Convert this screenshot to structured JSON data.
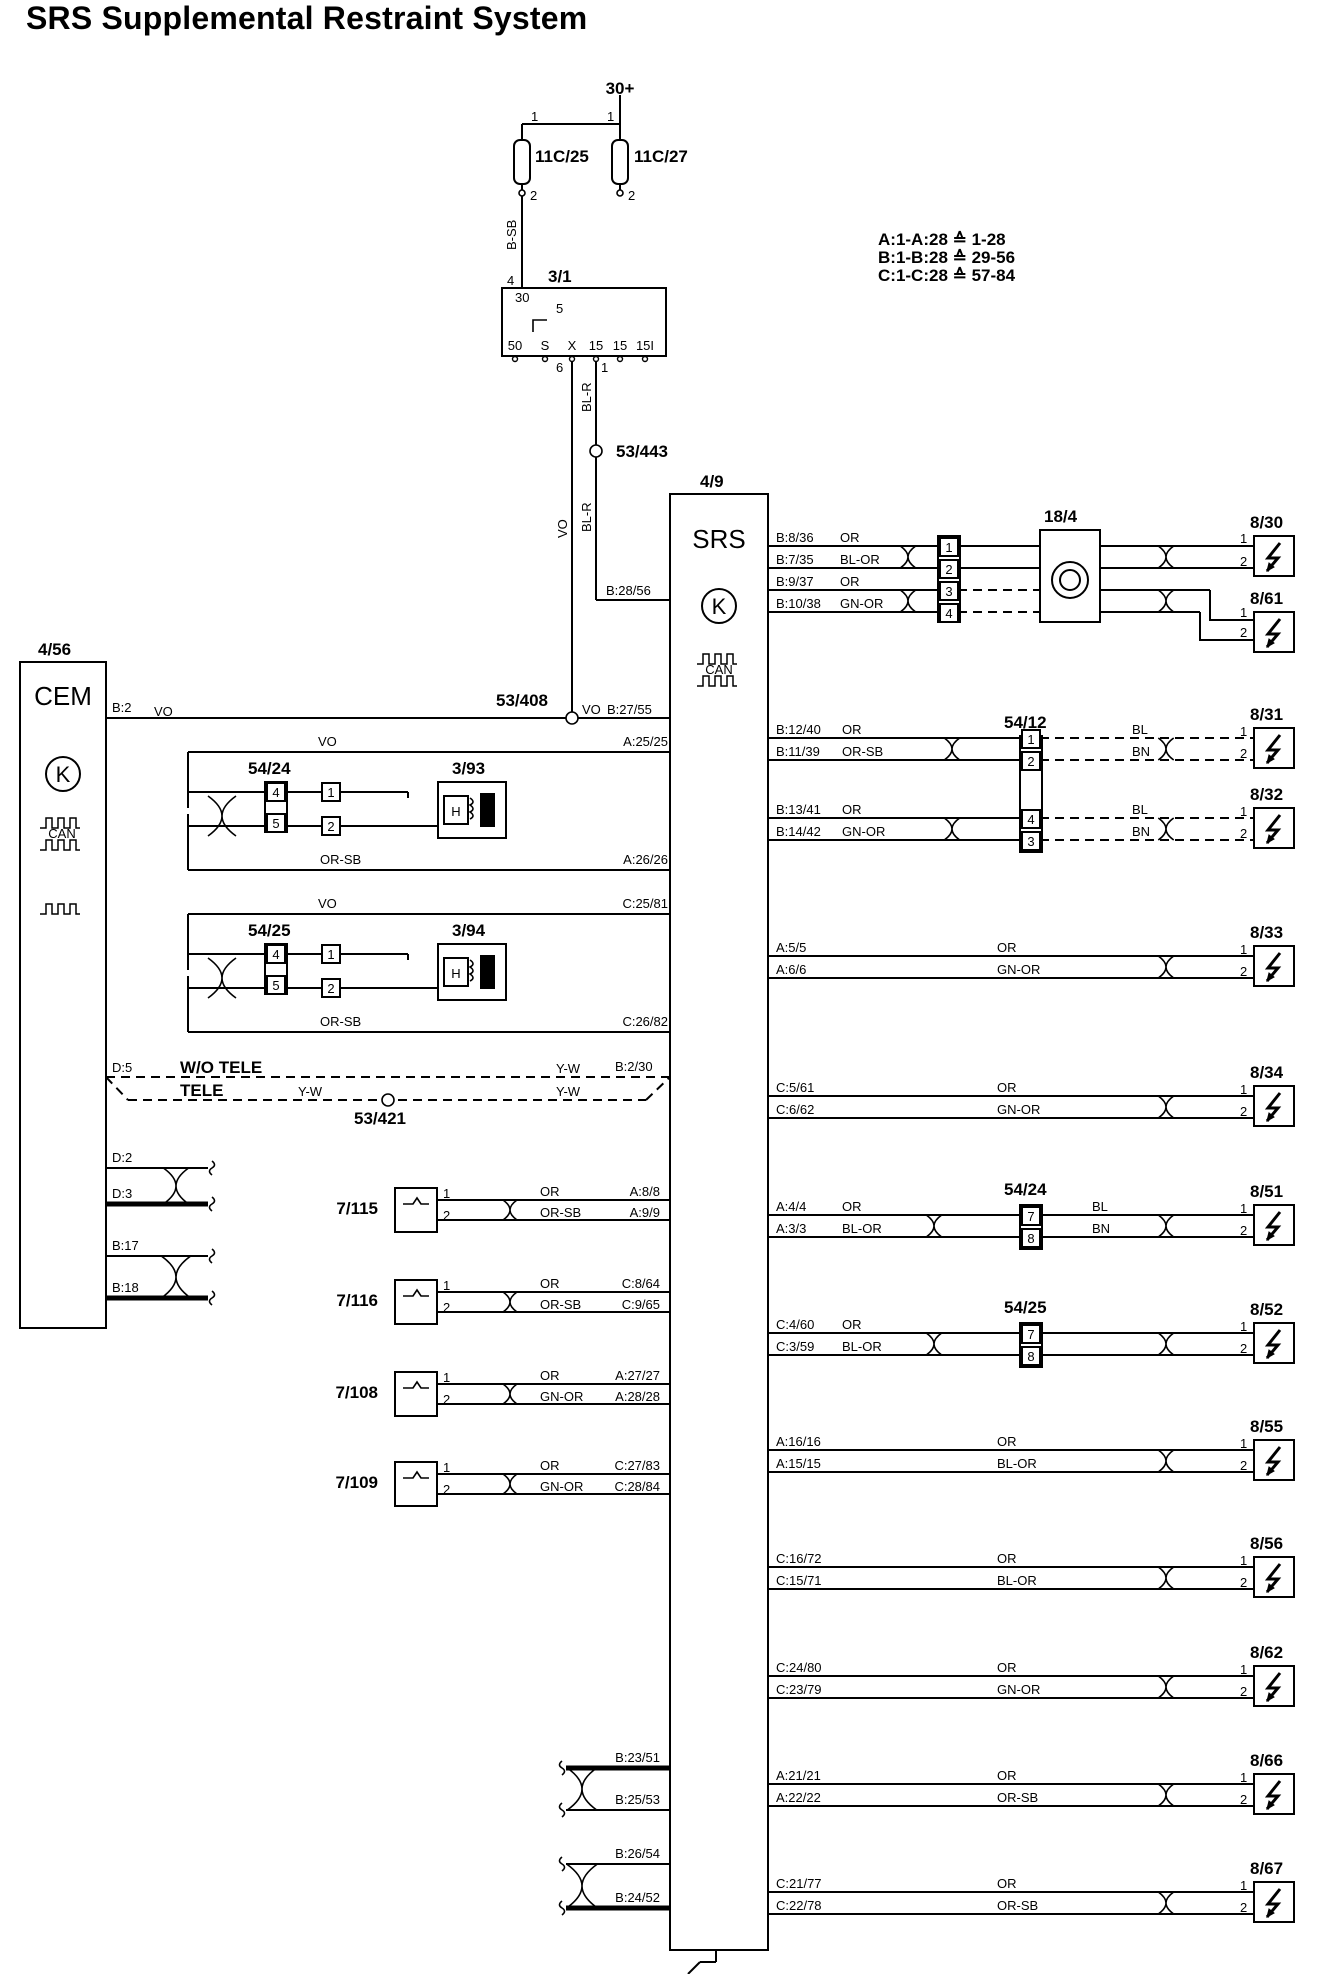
{
  "title": "SRS Supplemental Restraint System",
  "legend": [
    "A:1-A:28 ≙ 1-28",
    "B:1-B:28 ≙ 29-56",
    "C:1-C:28 ≙ 57-84"
  ],
  "supply": {
    "label": "30+",
    "pin1a": "1",
    "pin1b": "1"
  },
  "fuses": [
    {
      "id": "11C/25",
      "pin2": "2"
    },
    {
      "id": "11C/27",
      "pin2": "2"
    }
  ],
  "switch": {
    "id": "3/1",
    "pin_in": "4",
    "term_in": "30",
    "inner": "5",
    "terms": [
      "50",
      "S",
      "X",
      "15",
      "15",
      "15I"
    ],
    "pin6": "6",
    "pin1": "1"
  },
  "wires_top": {
    "bsb": "B-SB",
    "blr1": "BL-R",
    "blr2": "BL-R",
    "vo": "VO"
  },
  "splice_443": "53/443",
  "splice_408": "53/408",
  "splice_421": "53/421",
  "srs": {
    "id": "4/9",
    "name": "SRS"
  },
  "cem": {
    "id": "4/56",
    "name": "CEM",
    "can": "CAN"
  },
  "srs_can": "CAN",
  "b2856": "B:28/56",
  "cem_link": {
    "cem_pin": "B:2",
    "wire": "VO",
    "srs_wire": "VO",
    "srs_pin": "B:27/55"
  },
  "seatbelt": {
    "id": "18/4",
    "pins": [
      {
        "pin": "B:8/36",
        "color": "OR",
        "n": "1"
      },
      {
        "pin": "B:7/35",
        "color": "BL-OR",
        "n": "2"
      },
      {
        "pin": "B:9/37",
        "color": "OR",
        "n": "3"
      },
      {
        "pin": "B:10/38",
        "color": "GN-OR",
        "n": "4"
      }
    ]
  },
  "squib_830": {
    "id": "8/30",
    "p1": "1",
    "p2": "2"
  },
  "squib_861": {
    "id": "8/61",
    "p1": "1",
    "p2": "2"
  },
  "c5412": {
    "id": "54/12",
    "g1": [
      {
        "pin": "B:12/40",
        "color": "OR",
        "n": "1",
        "out": "BL"
      },
      {
        "pin": "B:11/39",
        "color": "OR-SB",
        "n": "2",
        "out": "BN"
      }
    ],
    "g2": [
      {
        "pin": "B:13/41",
        "color": "OR",
        "n": "4",
        "out": "BL"
      },
      {
        "pin": "B:14/42",
        "color": "GN-OR",
        "n": "3",
        "out": "BN"
      }
    ],
    "dev1": "8/31",
    "dev2": "8/32"
  },
  "sensors": [
    {
      "id": "3/93",
      "conn": "54/24",
      "pinA": "A:25/25",
      "pinB": "A:26/26",
      "wireA": "VO",
      "wireB": "OR-SB",
      "n1": "4",
      "n2": "5",
      "c1": "1",
      "c2": "2",
      "h": "H"
    },
    {
      "id": "3/94",
      "conn": "54/25",
      "pinA": "C:25/81",
      "pinB": "C:26/82",
      "wireA": "VO",
      "wireB": "OR-SB",
      "n1": "4",
      "n2": "5",
      "c1": "1",
      "c2": "2",
      "h": "H"
    }
  ],
  "tele": {
    "cem_pin": "D:5",
    "wo": "W/O TELE",
    "tele": "TELE",
    "yw1": "Y-W",
    "yw2": "Y-W",
    "yw3": "Y-W",
    "srs_pin": "B:2/30"
  },
  "cem_bus": [
    "D:2",
    "D:3",
    "B:17",
    "B:18"
  ],
  "pretens": [
    {
      "id": "7/115",
      "c1": "OR",
      "c2": "OR-SB",
      "p1": "A:8/8",
      "p2": "A:9/9"
    },
    {
      "id": "7/116",
      "c1": "OR",
      "c2": "OR-SB",
      "p1": "C:8/64",
      "p2": "C:9/65"
    },
    {
      "id": "7/108",
      "c1": "OR",
      "c2": "GN-OR",
      "p1": "A:27/27",
      "p2": "A:28/28"
    },
    {
      "id": "7/109",
      "c1": "OR",
      "c2": "GN-OR",
      "p1": "C:27/83",
      "p2": "C:28/84"
    }
  ],
  "srs_bus": [
    "B:23/51",
    "B:25/53",
    "B:26/54",
    "B:24/52"
  ],
  "right": [
    {
      "id": "8/33",
      "p1": "A:5/5",
      "c1": "OR",
      "p2": "A:6/6",
      "c2": "GN-OR"
    },
    {
      "id": "8/34",
      "p1": "C:5/61",
      "c1": "OR",
      "p2": "C:6/62",
      "c2": "GN-OR"
    },
    {
      "id": "8/51",
      "p1": "A:4/4",
      "c1": "OR",
      "p2": "A:3/3",
      "c2": "BL-OR",
      "conn": "54/24",
      "n1": "7",
      "n2": "8",
      "o1": "BL",
      "o2": "BN"
    },
    {
      "id": "8/52",
      "p1": "C:4/60",
      "c1": "OR",
      "p2": "C:3/59",
      "c2": "BL-OR",
      "conn": "54/25",
      "n1": "7",
      "n2": "8"
    },
    {
      "id": "8/55",
      "p1": "A:16/16",
      "c1": "OR",
      "p2": "A:15/15",
      "c2": "BL-OR"
    },
    {
      "id": "8/56",
      "p1": "C:16/72",
      "c1": "OR",
      "p2": "C:15/71",
      "c2": "BL-OR"
    },
    {
      "id": "8/62",
      "p1": "C:24/80",
      "c1": "OR",
      "p2": "C:23/79",
      "c2": "GN-OR"
    },
    {
      "id": "8/66",
      "p1": "A:21/21",
      "c1": "OR",
      "p2": "A:22/22",
      "c2": "OR-SB"
    },
    {
      "id": "8/67",
      "p1": "C:21/77",
      "c1": "OR",
      "p2": "C:22/78",
      "c2": "OR-SB"
    }
  ]
}
